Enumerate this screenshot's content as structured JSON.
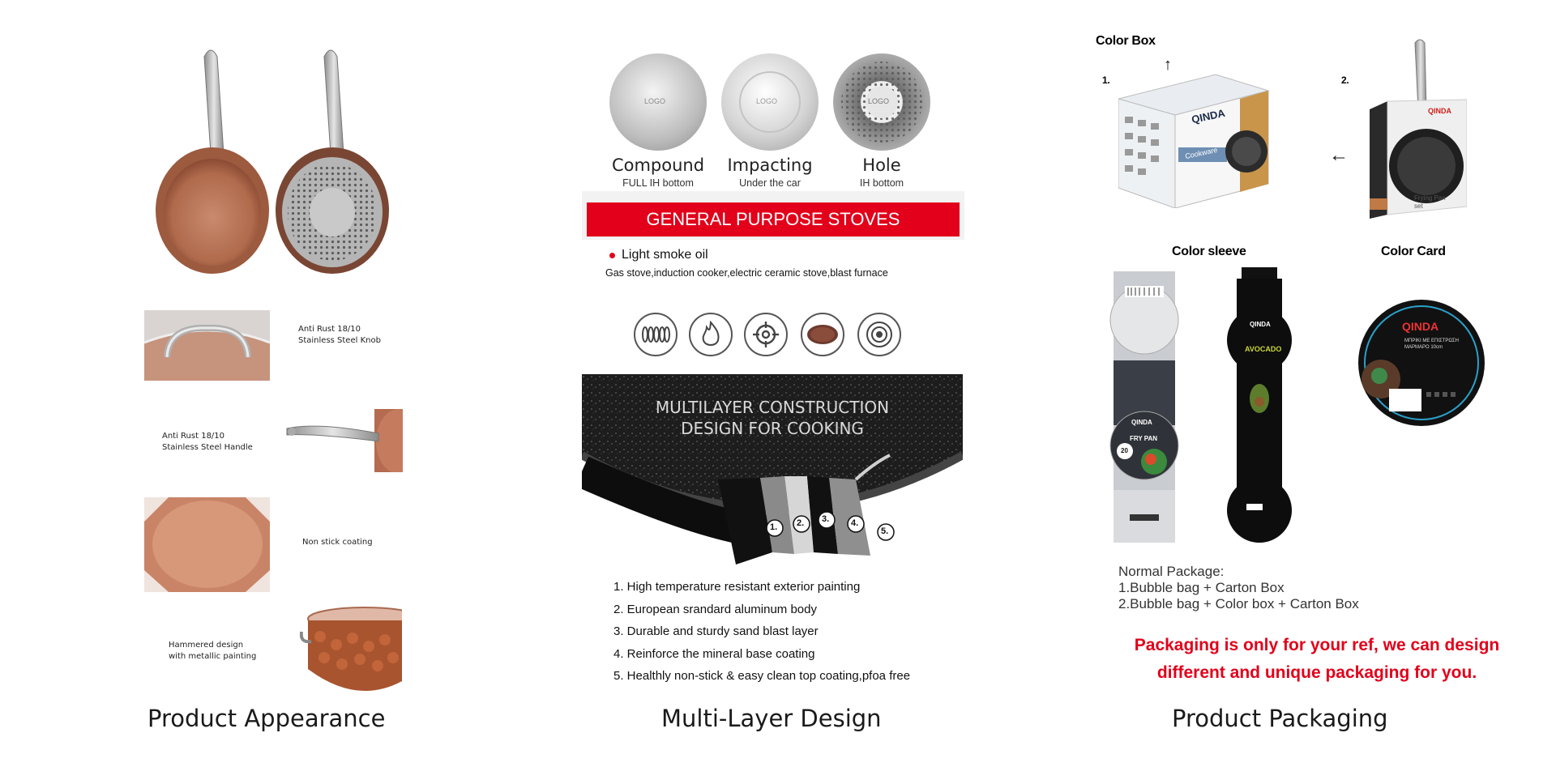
{
  "panels": {
    "appearance": {
      "caption": "Product Appearance",
      "features": [
        {
          "label": "Anti Rust 18/10\nStainless Steel Knob"
        },
        {
          "label": "Anti Rust 18/10\nStainless Steel Handle"
        },
        {
          "label": "Non stick coating"
        },
        {
          "label": "Hammered design\nwith metallic painting"
        }
      ]
    },
    "multilayer": {
      "caption": "Multi-Layer Design",
      "bottoms": [
        {
          "title": "Compound",
          "subtitle": "FULL IH bottom",
          "logo": "LOGO"
        },
        {
          "title": "Impacting",
          "subtitle": "Under the car",
          "logo": "LOGO"
        },
        {
          "title": "Hole",
          "subtitle": "IH bottom",
          "logo": "LOGO"
        }
      ],
      "banner": "GENERAL PURPOSE STOVES",
      "oil_note": "Light smoke oil",
      "stoves_text": "Gas stove,induction cooker,electric ceramic stove,blast furnace",
      "stove_icons": [
        "induction-coil-icon",
        "flame-icon",
        "gas-burner-icon",
        "ceramic-plate-icon",
        "halogen-icon"
      ],
      "construction_title_line1": "MULTILAYER CONSTRUCTION",
      "construction_title_line2": "DESIGN FOR COOKING",
      "layer_markers": [
        "1.",
        "2.",
        "3.",
        "4.",
        "5."
      ],
      "layers": [
        "1. High temperature resistant exterior painting",
        "2. European srandard aluminum body",
        "3. Durable and sturdy sand blast layer",
        "4. Reinforce the mineral base coating",
        "5. Healthly non-stick & easy clean top coating,pfoa free"
      ]
    },
    "packaging": {
      "caption": "Product Packaging",
      "color_box_label": "Color Box",
      "item1": "1.",
      "item2": "2.",
      "color_sleeve_label": "Color sleeve",
      "color_card_label": "Color Card",
      "brand": "QINDA",
      "box_side_text": "Cookware",
      "sleeve_dark_text": "AVOCADO",
      "sleeve_light_text": "FRY PAN",
      "sleeve_size": "20",
      "card_text": "ΜΠΡΙΚΙ ΜΕ ΕΠΙΣΤΡΩΣΗ ΜΑΡΜΑΡΟ 10cm",
      "box2_text": "Frying Pan set",
      "normal_title": "Normal Package:",
      "normal_lines": [
        "1.Bubble bag + Carton Box",
        "2.Bubble bag + Color box + Carton Box"
      ],
      "note_line1": "Packaging is only for your ref, we can design",
      "note_line2": "different and unique packaging for you."
    }
  },
  "colors": {
    "accent_red": "#e2001a",
    "copper": "#b8735a",
    "steel": "#c8c8c8",
    "dark_pan": "#222222"
  }
}
